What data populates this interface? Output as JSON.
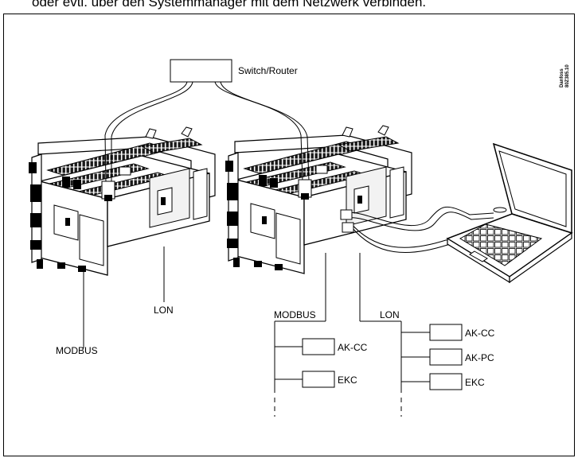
{
  "caption": "oder evtl. über den Systemmanager mit dem Netzwerk verbinden.",
  "doc_id": {
    "line1": "Danfoss",
    "line2": "80Z385.10"
  },
  "switch": {
    "label": "Switch/Router"
  },
  "left_controller": {
    "modbus_label": "MODBUS",
    "lon_label": "LON"
  },
  "right_controller": {
    "modbus_label": "MODBUS",
    "lon_label": "LON"
  },
  "modbus_bus": {
    "devices": [
      "AK-CC",
      "EKC"
    ]
  },
  "lon_bus": {
    "devices": [
      "AK-CC",
      "AK-PC",
      "EKC"
    ]
  },
  "laptop": {
    "icon": "laptop-icon"
  }
}
